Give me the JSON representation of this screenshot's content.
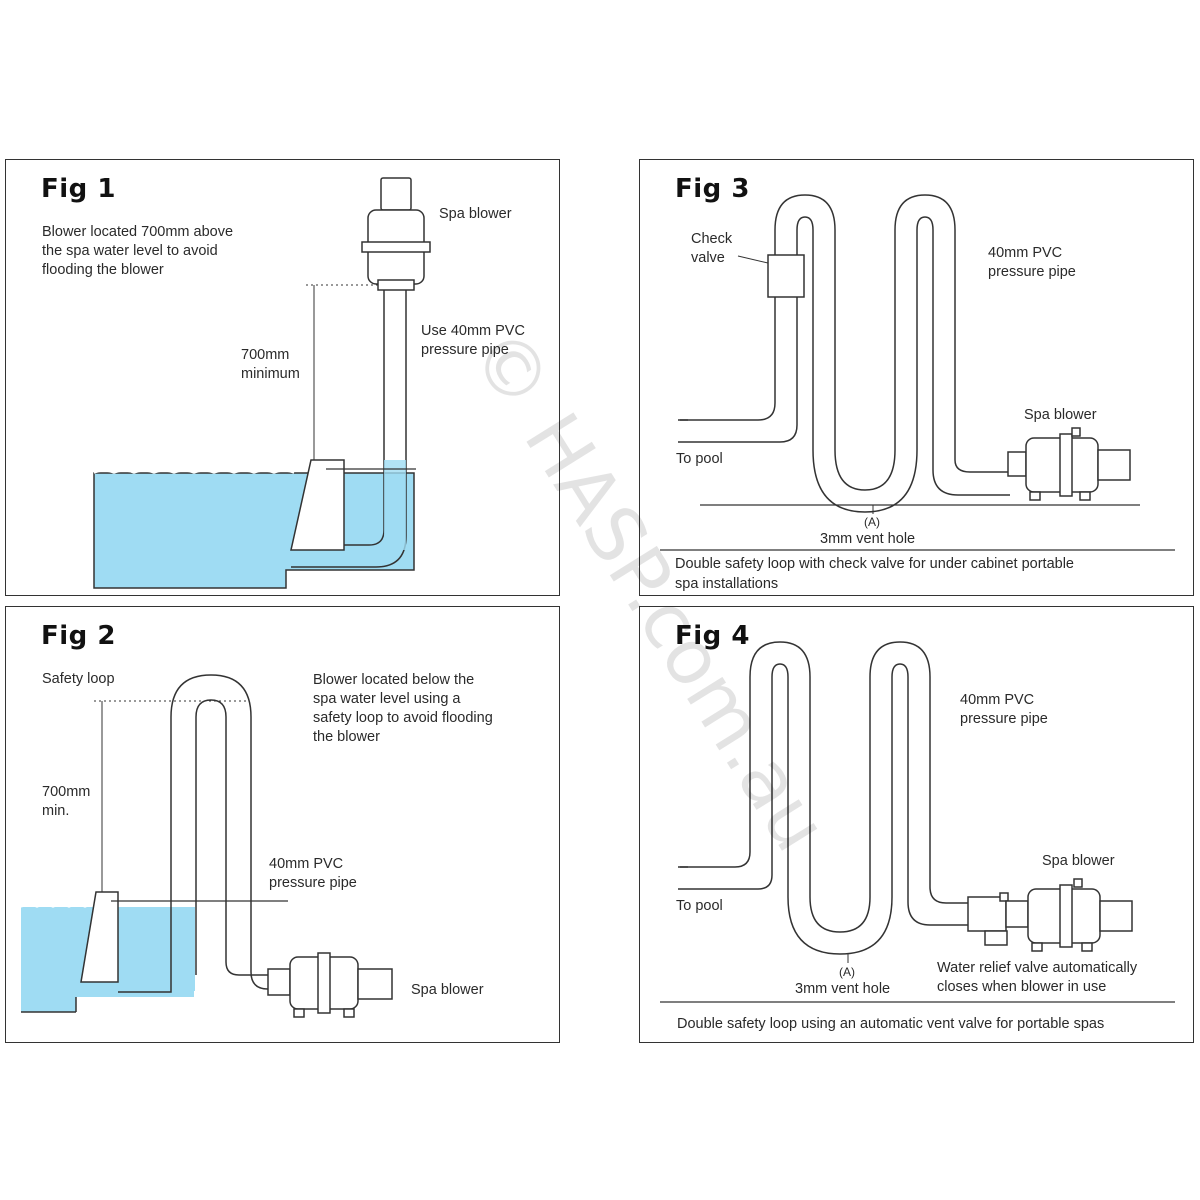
{
  "fig1": {
    "title": "Fig 1",
    "description": "Blower located 700mm above\nthe spa water level to avoid\nflooding the blower",
    "blower_label": "Spa blower",
    "pipe_label": "Use 40mm PVC\npressure pipe",
    "height_label": "700mm\nminimum"
  },
  "fig2": {
    "title": "Fig 2",
    "safety_loop_label": "Safety loop",
    "description": "Blower located below the\nspa water level using a\nsafety loop to avoid flooding\nthe blower",
    "height_label": "700mm\nmin.",
    "pipe_label": "40mm PVC\npressure pipe",
    "blower_label": "Spa blower"
  },
  "fig3": {
    "title": "Fig 3",
    "check_valve_label": "Check\nvalve",
    "pipe_label": "40mm PVC\npressure pipe",
    "blower_label": "Spa blower",
    "pool_label": "To pool",
    "vent_marker": "(A)",
    "vent_label": "3mm vent hole",
    "caption": "Double safety loop with check valve for under cabinet portable\nspa installations"
  },
  "fig4": {
    "title": "Fig 4",
    "pipe_label": "40mm PVC\npressure pipe",
    "blower_label": "Spa blower",
    "pool_label": "To pool",
    "vent_marker": "(A)",
    "vent_label": "3mm vent hole",
    "relief_label": "Water relief valve automatically\ncloses when blower in use",
    "caption": "Double safety loop using an automatic vent valve for portable spas"
  },
  "watermark": "© HASP.com.au",
  "colors": {
    "water": "#9fdcf3",
    "line": "#333333",
    "background": "#ffffff"
  }
}
